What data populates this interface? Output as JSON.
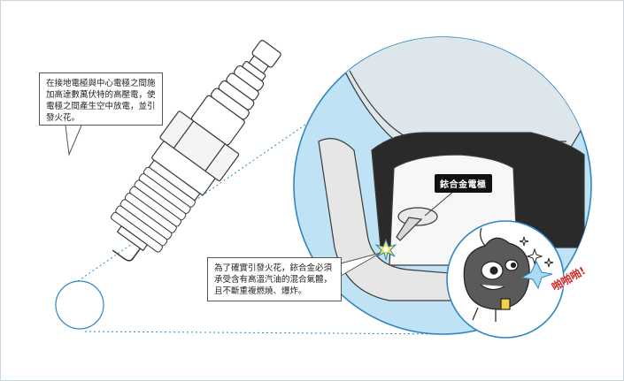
{
  "callouts": {
    "spark_gap_explanation": "在接地電極與中心電極之間施加高達數萬伏特的高壓電，使電極之間產生空中放電，並引發火花。",
    "alloy_requirement": "為了確實引發火花，銥合金必須承受含有高溫汽油的混合氣體，且不斷重複燃燒、爆炸。"
  },
  "labels": {
    "iridium_electrode": "銥合金電極",
    "sound_effect": "啪啪啪!"
  },
  "colors": {
    "magnify_circle": "#bfe3f4",
    "magnify_border": "#2f86c4",
    "mascot_bubble": "#ffffff",
    "mascot_bubble_border": "#2f86c4",
    "accent_red": "#d42a2a",
    "spark_yellow": "#f2e64b",
    "outline": "#3a3a3a"
  },
  "icons": {
    "spark": "spark-icon",
    "mascot": "mascot-character",
    "twinkle": "sparkle-icon"
  }
}
